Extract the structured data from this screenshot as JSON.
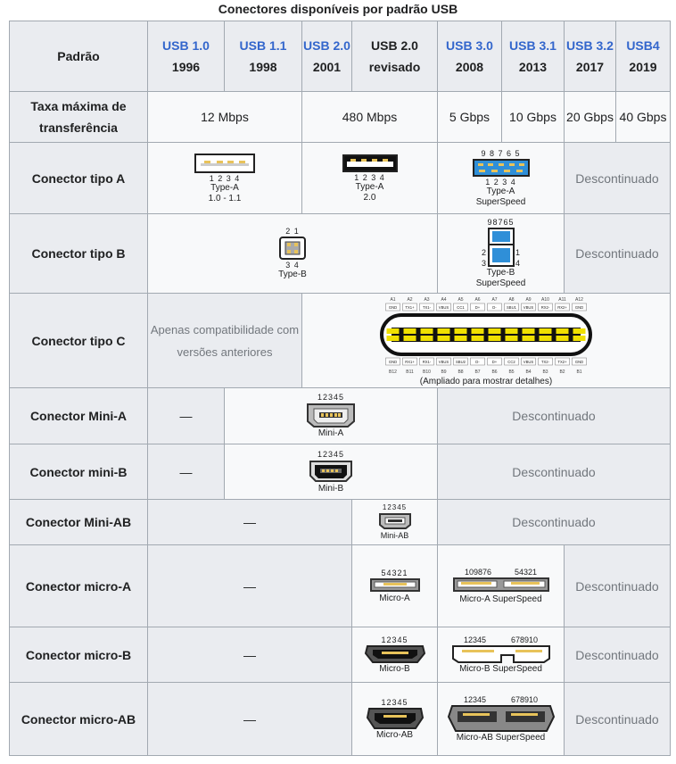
{
  "caption": "Conectores disponíveis por padrão USB",
  "header": {
    "standard_label": "Padrão",
    "versions": [
      {
        "name": "USB 1.0",
        "year": "1996"
      },
      {
        "name": "USB 1.1",
        "year": "1998"
      },
      {
        "name": "USB 2.0",
        "year": "2001"
      },
      {
        "name": "USB 2.0 revisado",
        "year": ""
      },
      {
        "name": "USB 3.0",
        "year": "2008"
      },
      {
        "name": "USB 3.1",
        "year": "2013"
      },
      {
        "name": "USB 3.2",
        "year": "2017"
      },
      {
        "name": "USB4",
        "year": "2019"
      }
    ]
  },
  "rows": {
    "rate": {
      "label": "Taxa máxima de transferência",
      "values": [
        "12 Mbps",
        "480 Mbps",
        "5 Gbps",
        "10 Gbps",
        "20 Gbps",
        "40 Gbps"
      ]
    },
    "type_a": {
      "label": "Conector tipo A",
      "a1_caption": "Type-A",
      "a1_sub": "1.0 - 1.1",
      "a1_pins": "1 2 3 4",
      "a2_caption": "Type-A",
      "a2_sub": "2.0",
      "a2_pins": "1 2 3 4",
      "a3_caption": "Type-A",
      "a3_sub": "SuperSpeed",
      "a3_pins_top": "9 8 7 6 5",
      "a3_pins_bottom": "1 2 3 4",
      "disc": "Descontinuado"
    },
    "type_b": {
      "label": "Conector tipo B",
      "b1_caption": "Type-B",
      "b1_pins_top": "2 1",
      "b1_pins_bottom": "3 4",
      "b2_caption": "Type-B",
      "b2_sub": "SuperSpeed",
      "b2_pins_top": "98765",
      "disc": "Descontinuado"
    },
    "type_c": {
      "label": "Conector tipo C",
      "compat": "Apenas compatibilidade com versões anteriores",
      "top_ids": [
        "A1",
        "A2",
        "A3",
        "A4",
        "A5",
        "A6",
        "A7",
        "A8",
        "A9",
        "A10",
        "A11",
        "A12"
      ],
      "top_sig": [
        "GND",
        "TX1+",
        "TX1-",
        "VBUS",
        "CC1",
        "D+",
        "D-",
        "SBU1",
        "VBUS",
        "RX2-",
        "RX2+",
        "GND"
      ],
      "bot_sig": [
        "GND",
        "RX1+",
        "RX1-",
        "VBUS",
        "SBU2",
        "D-",
        "D+",
        "CC2",
        "VBUS",
        "TX2-",
        "TX2+",
        "GND"
      ],
      "bot_ids": [
        "B12",
        "B11",
        "B10",
        "B9",
        "B8",
        "B7",
        "B6",
        "B5",
        "B4",
        "B3",
        "B2",
        "B1"
      ],
      "note": "(Ampliado para mostrar detalhes)"
    },
    "mini_a": {
      "label": "Conector Mini-A",
      "dash": "—",
      "pins": "12345",
      "caption": "Mini-A",
      "disc": "Descontinuado"
    },
    "mini_b": {
      "label": "Conector mini-B",
      "dash": "—",
      "pins": "12345",
      "caption": "Mini-B",
      "disc": "Descontinuado"
    },
    "mini_ab": {
      "label": "Conector Mini-AB",
      "dash": "—",
      "pins": "12345",
      "caption": "Mini-AB",
      "disc": "Descontinuado"
    },
    "micro_a": {
      "label": "Conector micro-A",
      "dash": "—",
      "pins": "54321",
      "caption": "Micro-A",
      "ss_pins_left": "109876",
      "ss_pins_right": "54321",
      "ss_caption": "Micro-A SuperSpeed",
      "disc": "Descontinuado"
    },
    "micro_b": {
      "label": "Conector micro-B",
      "dash": "—",
      "pins": "12345",
      "caption": "Micro-B",
      "ss_pins_left": "12345",
      "ss_pins_right": "678910",
      "ss_caption": "Micro-B SuperSpeed",
      "disc": "Descontinuado"
    },
    "micro_ab": {
      "label": "Conector micro-AB",
      "dash": "—",
      "pins": "12345",
      "caption": "Micro-AB",
      "ss_pins_left": "12345",
      "ss_pins_right": "678910",
      "ss_caption": "Micro-AB SuperSpeed",
      "disc": "Descontinuado"
    }
  },
  "colors": {
    "link": "#3366cc",
    "header_bg": "#eaecf0",
    "cell_bg": "#f8f9fa",
    "border": "#a2a9b1",
    "superspeed_blue": "#2f8fd8",
    "pin_yellow": "#f0e000"
  }
}
